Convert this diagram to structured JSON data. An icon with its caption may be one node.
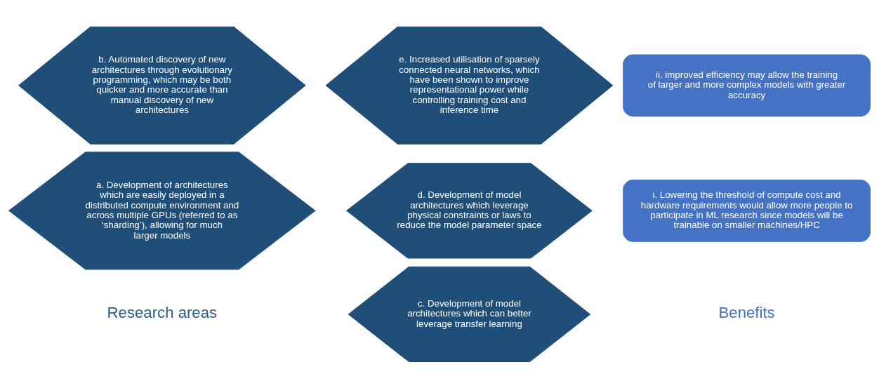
{
  "diagram": {
    "nodes": [
      {
        "text": [
          "a. Development of architectures which are easily deployed in a distributed compute environment and across multiple GPUs (referred to as ‘sharding’), allowing for much larger models"
        ]
      },
      {
        "text": [
          "b. Automated discovery of new architectures through evolutionary programming, which may be both quicker and more accurate than manual discovery of new architectures"
        ]
      },
      {
        "text": [
          "c. Development of model architectures which can better leverage transfer learning"
        ]
      },
      {
        "text": [
          "d. Development of model architectures which leverage physical constraints or laws to reduce the model parameter space"
        ]
      },
      {
        "text": [
          "e. Increased utilisation of sparsely connected neural networks, which have been shown to improve representational power while controlling training cost and inference time"
        ]
      },
      {
        "text": [
          "i. Lowering the threshold of compute cost and hardware requirements would allow more people to participate in ML research since models will be trainable on smaller machines/HPC"
        ]
      },
      {
        "text": [
          "ii. improved efficiency may allow the training of larger and more complex models with greater accuracy"
        ]
      }
    ],
    "edges": [],
    "labels": [
      "Research areas",
      "Benefits"
    ]
  }
}
